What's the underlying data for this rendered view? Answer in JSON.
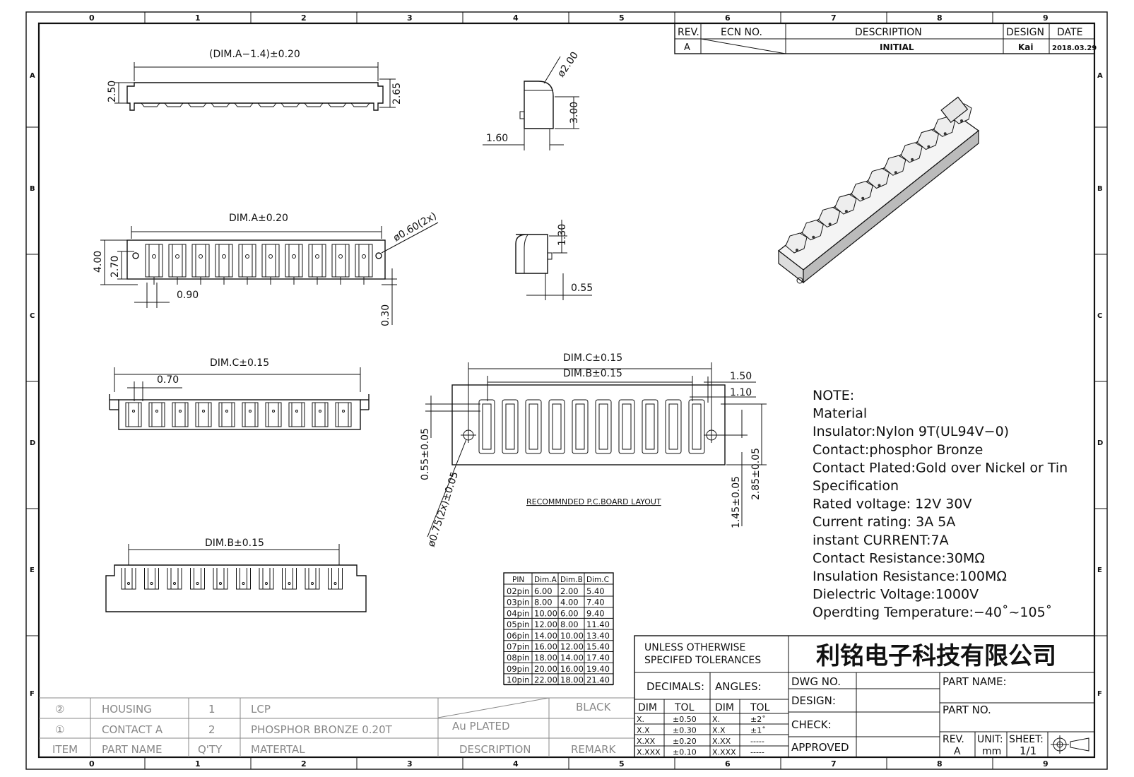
{
  "grid": {
    "cols_top": [
      "0",
      "1",
      "2",
      "3",
      "4",
      "5",
      "6",
      "7",
      "8",
      "9"
    ],
    "rows": [
      "A",
      "B",
      "C",
      "D",
      "E",
      "F"
    ]
  },
  "revision": {
    "headers": {
      "rev": "REV.",
      "ecn": "ECN  NO.",
      "description": "DESCRIPTION",
      "design": "DESIGN",
      "date": "DATE"
    },
    "row": {
      "rev": "A",
      "description": "INITIAL",
      "design": "Kai",
      "date": "2018.03.29"
    }
  },
  "dims": {
    "top_width": "(DIM.A−1.4)±0.20",
    "h250": "2.50",
    "h265": "2.65",
    "dia200": "ø2.00",
    "h300": "3.00",
    "w160": "1.60",
    "dimA": "DIM.A±0.20",
    "dia060": "ø0.60(2x)",
    "h400": "4.00",
    "h270": "2.70",
    "w090": "0.90",
    "h030": "0.30",
    "h130": "1.30",
    "w055": "0.55",
    "dimC_left": "DIM.C±0.15",
    "w070": "0.70",
    "dimC_pcb": "DIM.C±0.15",
    "dimB_pcb": "DIM.B±0.15",
    "w150": "1.50",
    "w110": "1.10",
    "v055": "0.55±0.05",
    "dia075": "ø0.75(2x)±0.05",
    "v285": "2.85±0.05",
    "v145": "1.45±0.05",
    "pcb_caption": "RECOMMNDED  P.C.BOARD  LAYOUT",
    "dimB_bottom": "DIM.B±0.15"
  },
  "pin_table": {
    "headers": [
      "PIN",
      "Dim.A",
      "Dim.B",
      "Dim.C"
    ],
    "rows": [
      [
        "02pin",
        "6.00",
        "2.00",
        "5.40"
      ],
      [
        "03pin",
        "8.00",
        "4.00",
        "7.40"
      ],
      [
        "04pin",
        "10.00",
        "6.00",
        "9.40"
      ],
      [
        "05pin",
        "12.00",
        "8.00",
        "11.40"
      ],
      [
        "06pin",
        "14.00",
        "10.00",
        "13.40"
      ],
      [
        "07pin",
        "16.00",
        "12.00",
        "15.40"
      ],
      [
        "08pin",
        "18.00",
        "14.00",
        "17.40"
      ],
      [
        "09pin",
        "20.00",
        "16.00",
        "19.40"
      ],
      [
        "10pin",
        "22.00",
        "18.00",
        "21.40"
      ]
    ]
  },
  "notes": [
    "NOTE:",
    "Material",
    "Insulator:Nylon  9T(UL94V−0)",
    "Contact:phosphor  Bronze",
    "Contact  Plated:Gold  over  Nickel  or  Tin",
    "Specification",
    "Rated  voltage:  12V  30V",
    " Current  rating:  3A    5A",
    "instant  CURRENT:7A",
    "Contact  Resistance:30MΩ",
    "Insulation  Resistance:100MΩ",
    "Dielectric  Voltage:1000V",
    "Operdting  Temperature:−40˚~105˚"
  ],
  "bom": {
    "rows": [
      {
        "item": "②",
        "part": "HOUSING",
        "qty": "1",
        "material": "LCP",
        "description": "",
        "remark": "BLACK"
      },
      {
        "item": "①",
        "part": "CONTACT  A",
        "qty": "2",
        "material": "PHOSPHOR  BRONZE  0.20T",
        "description": "Au  PLATED",
        "remark": ""
      }
    ],
    "header": {
      "item": "ITEM",
      "part": "PART  NAME",
      "qty": "Q'TY",
      "material": "MATERTAL",
      "description": "DESCRIPTION",
      "remark": "REMARK"
    }
  },
  "title_block": {
    "tolerance_title": "UNLESS  OTHERWISE\nSPECIFED  TOLERANCES",
    "company": "利铭电子科技有限公司",
    "decimals": "DECIMALS:",
    "angles": "ANGLES:",
    "dim": "DIM",
    "tol": "TOL",
    "dec_rows": [
      [
        "X.",
        "±0.50"
      ],
      [
        "X.X",
        "±0.30"
      ],
      [
        "X.XX",
        "±0.20"
      ],
      [
        "X.XXX",
        "±0.10"
      ]
    ],
    "ang_rows": [
      [
        "X.",
        "±2˚"
      ],
      [
        "X.X",
        "±1˚"
      ],
      [
        "X.XX",
        "-----"
      ],
      [
        "X.XXX",
        "-----"
      ]
    ],
    "dwg_no": "DWG  NO.",
    "design": "DESIGN:",
    "check": "CHECK:",
    "approved": "APPROVED",
    "part_name": "PART  NAME:",
    "part_no": "PART  NO.",
    "rev": "REV.",
    "rev_val": "A",
    "unit": "UNIT:",
    "unit_val": "mm",
    "sheet": "SHEET:",
    "sheet_val": "1/1"
  }
}
